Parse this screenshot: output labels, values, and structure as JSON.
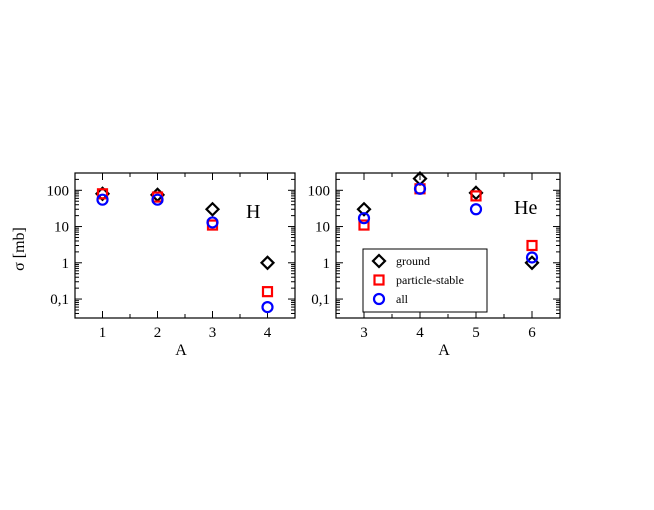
{
  "ylabel": "σ [mb]",
  "legend": {
    "placement": "bottom-center-left",
    "entries": [
      {
        "series": "ground",
        "label": "ground"
      },
      {
        "series": "particle-stable",
        "label": "particle-stable"
      },
      {
        "series": "all",
        "label": "all"
      }
    ]
  },
  "series_styles": {
    "ground": {
      "marker": "diamond",
      "color": "#000000"
    },
    "particle-stable": {
      "marker": "square",
      "color": "#ff0000"
    },
    "all": {
      "marker": "circle",
      "color": "#0000ff"
    }
  },
  "chart_data": [
    {
      "type": "scatter",
      "panel_label": "H",
      "xlabel": "A",
      "ylabel": "σ [mb]",
      "xlim": [
        0.5,
        4.5
      ],
      "ylim": [
        0.03,
        300
      ],
      "yscale": "log",
      "xticks": [
        1,
        2,
        3,
        4
      ],
      "yticks": [
        {
          "value": 0.1,
          "label": "0,1"
        },
        {
          "value": 1,
          "label": "1"
        },
        {
          "value": 10,
          "label": "10"
        },
        {
          "value": 100,
          "label": "100"
        }
      ],
      "grid": false,
      "series": [
        {
          "name": "ground",
          "x": [
            1,
            2,
            3,
            4
          ],
          "y": [
            80,
            75,
            30,
            1
          ]
        },
        {
          "name": "particle-stable",
          "x": [
            1,
            2,
            3,
            4
          ],
          "y": [
            80,
            65,
            11,
            0.16
          ]
        },
        {
          "name": "all",
          "x": [
            1,
            2,
            3,
            4
          ],
          "y": [
            55,
            55,
            13,
            0.06
          ]
        }
      ]
    },
    {
      "type": "scatter",
      "panel_label": "He",
      "xlabel": "A",
      "ylabel": "",
      "xlim": [
        2.5,
        6.5
      ],
      "ylim": [
        0.03,
        300
      ],
      "yscale": "log",
      "xticks": [
        3,
        4,
        5,
        6
      ],
      "yticks": [
        {
          "value": 0.1,
          "label": "0,1"
        },
        {
          "value": 1,
          "label": "1"
        },
        {
          "value": 10,
          "label": "10"
        },
        {
          "value": 100,
          "label": "100"
        }
      ],
      "grid": false,
      "series": [
        {
          "name": "ground",
          "x": [
            3,
            4,
            5,
            6
          ],
          "y": [
            30,
            210,
            85,
            1
          ]
        },
        {
          "name": "particle-stable",
          "x": [
            3,
            4,
            5,
            6
          ],
          "y": [
            11,
            110,
            70,
            3
          ]
        },
        {
          "name": "all",
          "x": [
            3,
            4,
            5,
            6
          ],
          "y": [
            17,
            110,
            30,
            1.4
          ]
        }
      ]
    }
  ]
}
